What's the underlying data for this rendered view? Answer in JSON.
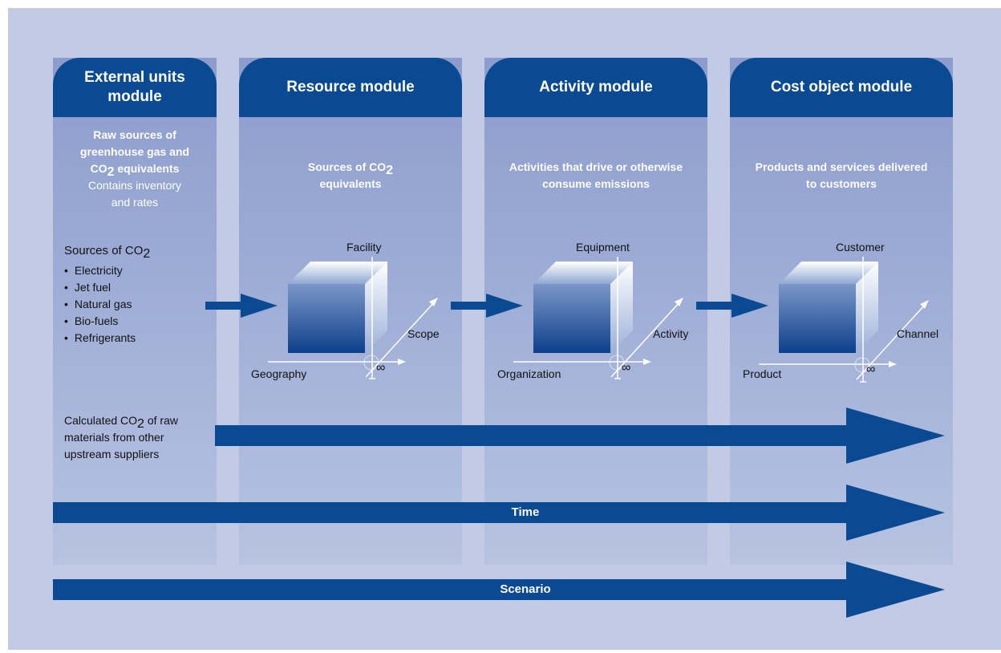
{
  "modules": [
    {
      "title": "External units module"
    },
    {
      "title": "Resource module"
    },
    {
      "title": "Activity module"
    },
    {
      "title": "Cost object module"
    }
  ],
  "external_desc": {
    "bold_line1": "Raw sources of",
    "bold_line2": "greenhouse gas and",
    "bold_line3_prefix": "CO",
    "bold_line3_sub": "2",
    "bold_line3_suffix": " equivalents",
    "normal_line1": "Contains inventory",
    "normal_line2": "and rates"
  },
  "resource_desc": {
    "line1_prefix": "Sources of CO",
    "line1_sub": "2",
    "line2": "equivalents"
  },
  "activity_desc": {
    "line1": "Activities that drive or otherwise",
    "line2": "consume emissions"
  },
  "cost_desc": {
    "line1": "Products and services delivered",
    "line2": "to customers"
  },
  "sources": {
    "heading_prefix": "Sources of CO",
    "heading_sub": "2",
    "items": [
      "Electricity",
      "Jet fuel",
      "Natural gas",
      "Bio-fuels",
      "Refrigerants"
    ]
  },
  "cubes": [
    {
      "top": "Facility",
      "diag": "Scope",
      "left": "Geography",
      "inf": "∞"
    },
    {
      "top": "Equipment",
      "diag": "Activity",
      "left": "Organization",
      "inf": "∞"
    },
    {
      "top": "Customer",
      "diag": "Channel",
      "left": "Product",
      "inf": "∞"
    }
  ],
  "calculated": {
    "line1_prefix": "Calculated CO",
    "line1_sub": "2",
    "line1_suffix": " of raw",
    "line2": "materials from other",
    "line3": "upstream suppliers"
  },
  "time_label": "Time",
  "scenario_label": "Scenario",
  "colors": {
    "header": "#0a4a93",
    "arrow": "#0a4a93",
    "background": "#c2cbe3"
  }
}
